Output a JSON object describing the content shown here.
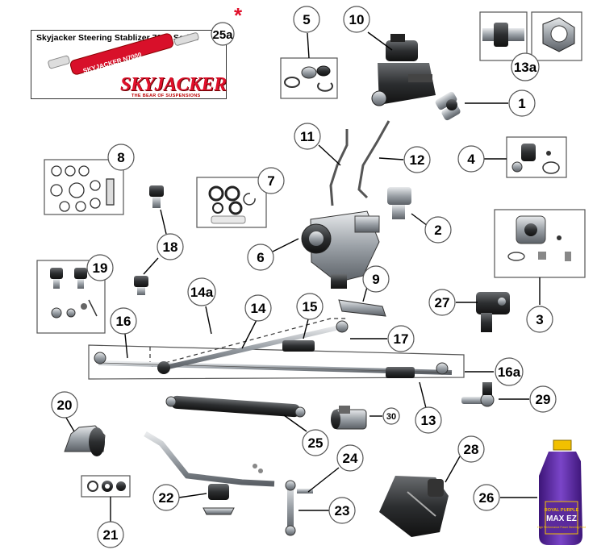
{
  "ad": {
    "title": "Skyjacker Steering Stablizer 7000 Series",
    "brand": "SKYJACKER",
    "tagline": "THE BEAR OF SUSPENSIONS",
    "asterisk": "*",
    "shock_label": "SKYJACKER N7000"
  },
  "callouts": {
    "c1": "1",
    "c2": "2",
    "c3": "3",
    "c4": "4",
    "c5": "5",
    "c6": "6",
    "c7": "7",
    "c8": "8",
    "c9": "9",
    "c10": "10",
    "c11": "11",
    "c12": "12",
    "c13": "13",
    "c13a": "13a",
    "c14": "14",
    "c14a": "14a",
    "c15": "15",
    "c16": "16",
    "c16a": "16a",
    "c17": "17",
    "c18": "18",
    "c19": "19",
    "c20": "20",
    "c21": "21",
    "c22": "22",
    "c23": "23",
    "c24": "24",
    "c25": "25",
    "c25a": "25a",
    "c26": "26",
    "c27": "27",
    "c28": "28",
    "c29": "29",
    "c30": "30"
  },
  "bottle": {
    "brand": "ROYAL PURPLE",
    "product": "MAX EZ",
    "subtitle": "High Performance Power Steering Fluid"
  },
  "colors": {
    "accent_red": "#e0102b",
    "stabilizer_red": "#d8102a",
    "bottle_purple": "#5b2a9c",
    "bottle_cap": "#f2c000",
    "steel": "#9aa0a6"
  }
}
